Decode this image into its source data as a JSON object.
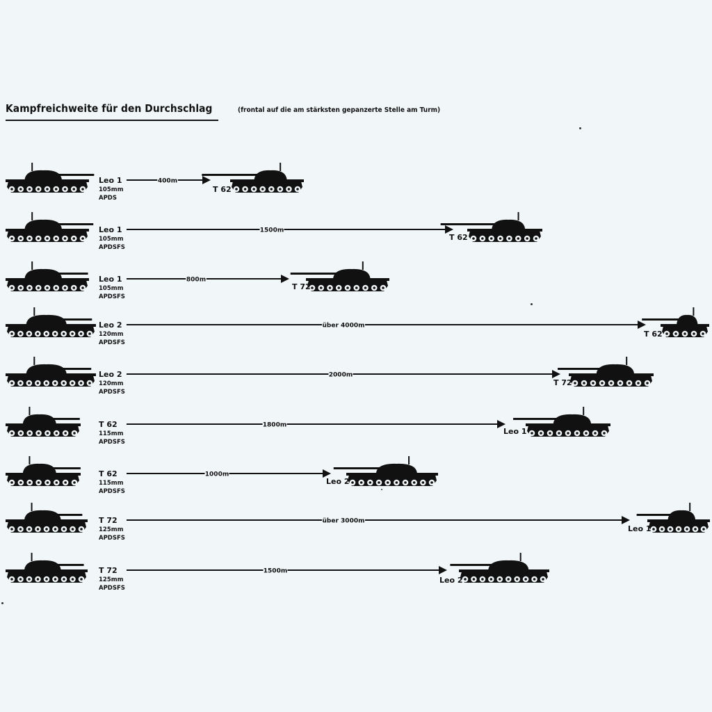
{
  "title": "Kampfreichweite für den Durchschlag",
  "subtitle": "(frontal auf die am stärksten gepanzerte Stelle am Turm)",
  "rows": [
    {
      "shooter": "Leo 1",
      "caliber": "105mm",
      "ammo": "APDS",
      "distance": "400m",
      "target": "T 62"
    },
    {
      "shooter": "Leo 1",
      "caliber": "105mm",
      "ammo": "APDSFS",
      "distance": "1500m",
      "target": "T 62"
    },
    {
      "shooter": "Leo 1",
      "caliber": "105mm",
      "ammo": "APDSFS",
      "distance": "800m",
      "target": "T 72"
    },
    {
      "shooter": "Leo 2",
      "caliber": "120mm",
      "ammo": "APDSFS",
      "distance": "über 4000m",
      "target": "T 62"
    },
    {
      "shooter": "Leo 2",
      "caliber": "120mm",
      "ammo": "APDSFS",
      "distance": "2000m",
      "target": "T 72"
    },
    {
      "shooter": "T 62",
      "caliber": "115mm",
      "ammo": "APDSFS",
      "distance": "1800m",
      "target": "Leo 1"
    },
    {
      "shooter": "T 62",
      "caliber": "115mm",
      "ammo": "APDSFS",
      "distance": "1000m",
      "target": "Leo 2"
    },
    {
      "shooter": "T 72",
      "caliber": "125mm",
      "ammo": "APDSFS",
      "distance": "über 3000m",
      "target": "Leo 1"
    },
    {
      "shooter": "T 72",
      "caliber": "125mm",
      "ammo": "APDSFS",
      "distance": "1500m",
      "target": "Leo 2"
    }
  ],
  "ink_color": "#111111",
  "background_color": "#f1f6f8"
}
